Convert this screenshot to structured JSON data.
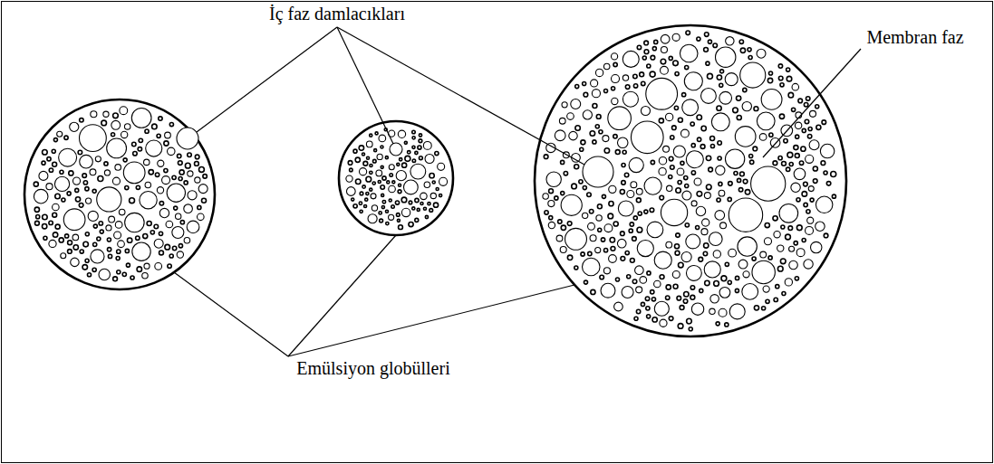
{
  "diagram": {
    "labels": [
      "İç faz damlacıkları",
      "Membran faz",
      "Emülsiyon globülleri"
    ]
  }
}
